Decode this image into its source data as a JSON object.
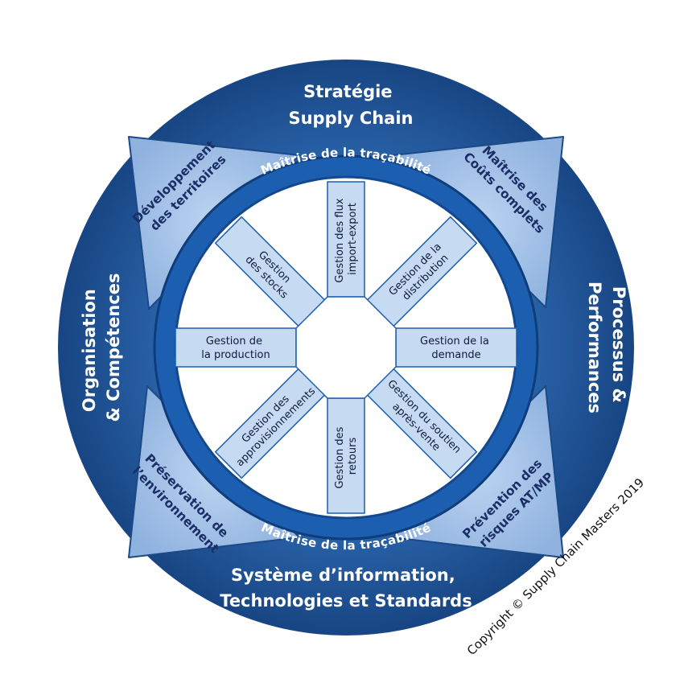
{
  "outer_ring": {
    "top": [
      "Stratégie",
      "Supply Chain"
    ],
    "right": [
      "Processus &",
      "Performances"
    ],
    "bottom": [
      "Système d’information,",
      "Technologies et Standards"
    ],
    "left": [
      "Organisation",
      "& Compétences"
    ]
  },
  "petals": {
    "top_left": [
      "Développement",
      "des territoires"
    ],
    "top_right": [
      "Maîtrise des",
      "Coûts complets"
    ],
    "bottom_left": [
      "Préservation de",
      "l’environnement"
    ],
    "bottom_right": [
      "Prévention des",
      "risques AT/MP"
    ]
  },
  "traceability_ring": {
    "top": "Maîtrise de la traçabilité",
    "bottom": "Maîtrise de la traçabilité"
  },
  "spokes": {
    "top": [
      "Gestion des flux",
      "import-export"
    ],
    "top_right": [
      "Gestion de la",
      "distribution"
    ],
    "right": [
      "Gestion de la",
      "demande"
    ],
    "bottom_right": [
      "Gestion du soutien",
      "après-vente"
    ],
    "bottom": [
      "Gestion des",
      "retours"
    ],
    "bottom_left": [
      "Gestion des",
      "approvisionnements"
    ],
    "left": [
      "Gestion de",
      "la production"
    ],
    "top_left": [
      "Gestion",
      "des stocks"
    ]
  },
  "copyright": "Copyright © Supply Chain Masters 2019",
  "colors": {
    "outer_dark": "#1a4a8c",
    "outer_mid": "#2f6db5",
    "petal": "#a9c6ea",
    "ring": "#1c5fb0",
    "spoke_fill": "#c6daf2",
    "petal_text": "#1b2f66"
  }
}
